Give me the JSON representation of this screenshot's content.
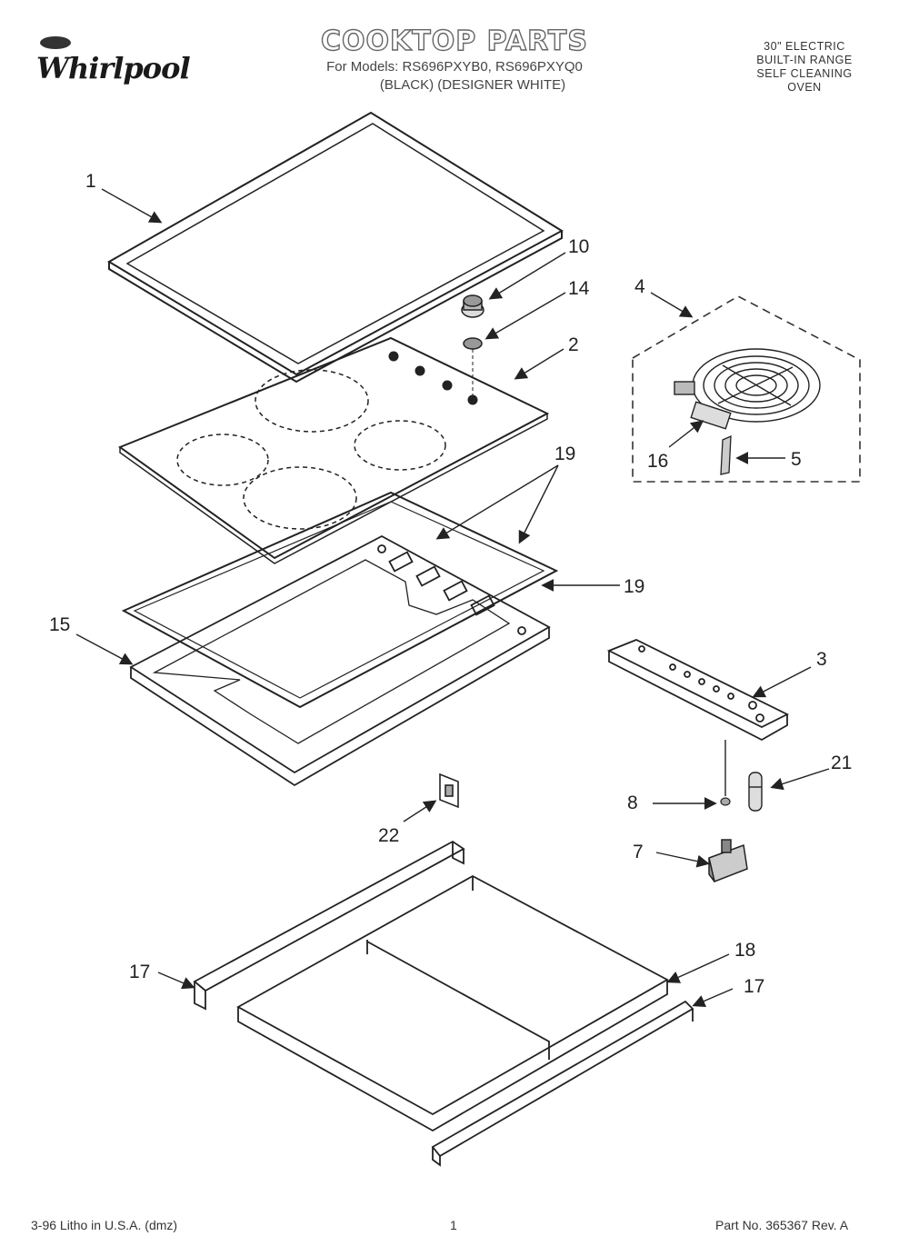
{
  "header": {
    "brand": "Whirlpool",
    "title": "COOKTOP PARTS",
    "models_line1": "For Models: RS696PXYB0, RS696PXYQ0",
    "models_line2": "(BLACK)  (DESIGNER WHITE)",
    "appliance_lines": [
      "30\" ELECTRIC",
      "BUILT-IN RANGE",
      "SELF CLEANING",
      "OVEN"
    ]
  },
  "callouts": {
    "c1": "1",
    "c2": "2",
    "c3": "3",
    "c4": "4",
    "c5": "5",
    "c7": "7",
    "c8": "8",
    "c10": "10",
    "c14": "14",
    "c15": "15",
    "c16": "16",
    "c17a": "17",
    "c17b": "17",
    "c18": "18",
    "c19a": "19",
    "c19b": "19",
    "c21": "21",
    "c22": "22"
  },
  "footer": {
    "left": "3-96 Litho in U.S.A. (dmz)",
    "page": "1",
    "right": "Part No. 365367 Rev. A"
  }
}
